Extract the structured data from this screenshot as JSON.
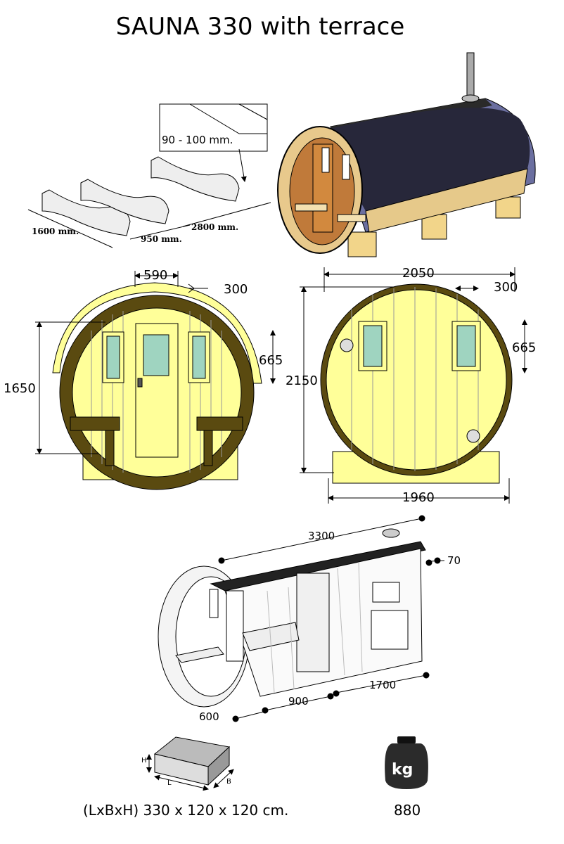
{
  "title": "SAUNA 330 with terrace",
  "foundation": {
    "inset_label": "90 - 100 mm.",
    "length_label": "2800 mm.",
    "width_label": "1600 mm.",
    "spacing_label": "950 mm."
  },
  "front_view": {
    "window_width": "590",
    "roof_overhang": "300",
    "window_height": "665",
    "wall_height": "1650"
  },
  "back_view": {
    "outer_width": "2050",
    "roof_overhang": "300",
    "window_height": "665",
    "total_height": "2150",
    "base_width": "1960"
  },
  "interior_view": {
    "total_length": "3300",
    "wall_thickness": "70",
    "heater_room_length": "1700",
    "changing_room_length": "900",
    "terrace_length": "600"
  },
  "package": {
    "dimensions_label": "(LxBxH) 330 x 120 x 120 cm.",
    "box_h": "H",
    "box_l": "L",
    "box_b": "B"
  },
  "weight": {
    "icon_text": "kg",
    "value": "880"
  },
  "colors": {
    "pine": "#ffff99",
    "dark_wood": "#5a4a10",
    "roof": "#222222",
    "glass": "#9fd4c0"
  }
}
